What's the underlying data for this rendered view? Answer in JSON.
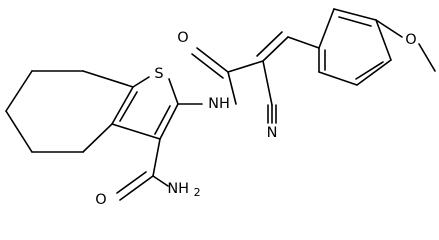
{
  "molecule": {
    "labels": {
      "sulfur": "S",
      "amide_nh": "NH",
      "carbonyl_o": "O",
      "nitrile_n": "N",
      "carboxamide_nh2": "NH",
      "carboxamide_nh2_sub": "2",
      "carboxamide_o": "O",
      "methoxy_o": "O"
    }
  }
}
